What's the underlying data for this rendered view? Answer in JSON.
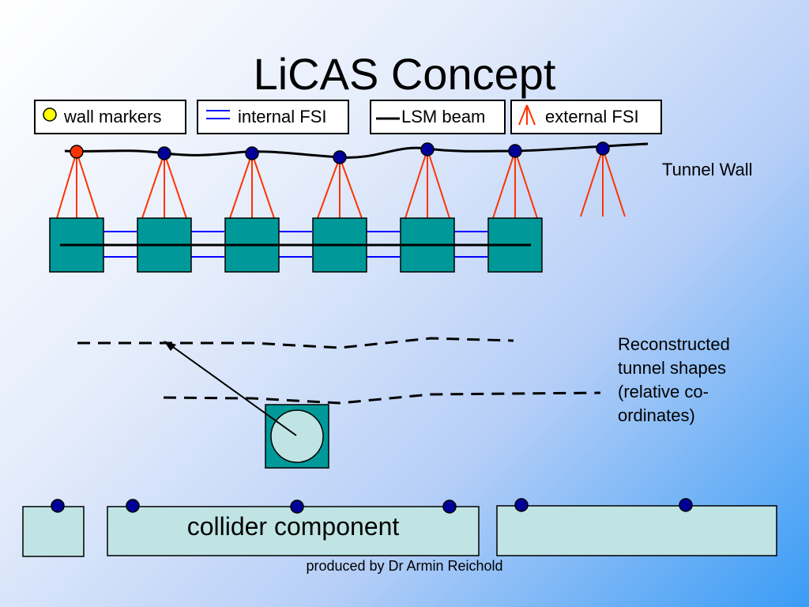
{
  "title": "LiCAS Concept",
  "legend": {
    "wall_markers": "wall markers",
    "internal_fsi": "internal FSI",
    "lsm_beam": "LSM beam",
    "external_fsi": "external FSI"
  },
  "labels": {
    "tunnel_wall": "Tunnel Wall",
    "reconstructed": [
      "Reconstructed",
      "tunnel shapes",
      "(relative co-",
      "ordinates)"
    ],
    "collider_component": "collider component"
  },
  "footer": "produced by Dr Armin Reichold",
  "colors": {
    "teal": "#009999",
    "light_teal": "#c0e4e4",
    "marker_blue": "#000099",
    "marker_red": "#ff3300",
    "fsi_red": "#ff3300",
    "fsi_blue": "#0000ff",
    "yellow": "#ffff00"
  }
}
